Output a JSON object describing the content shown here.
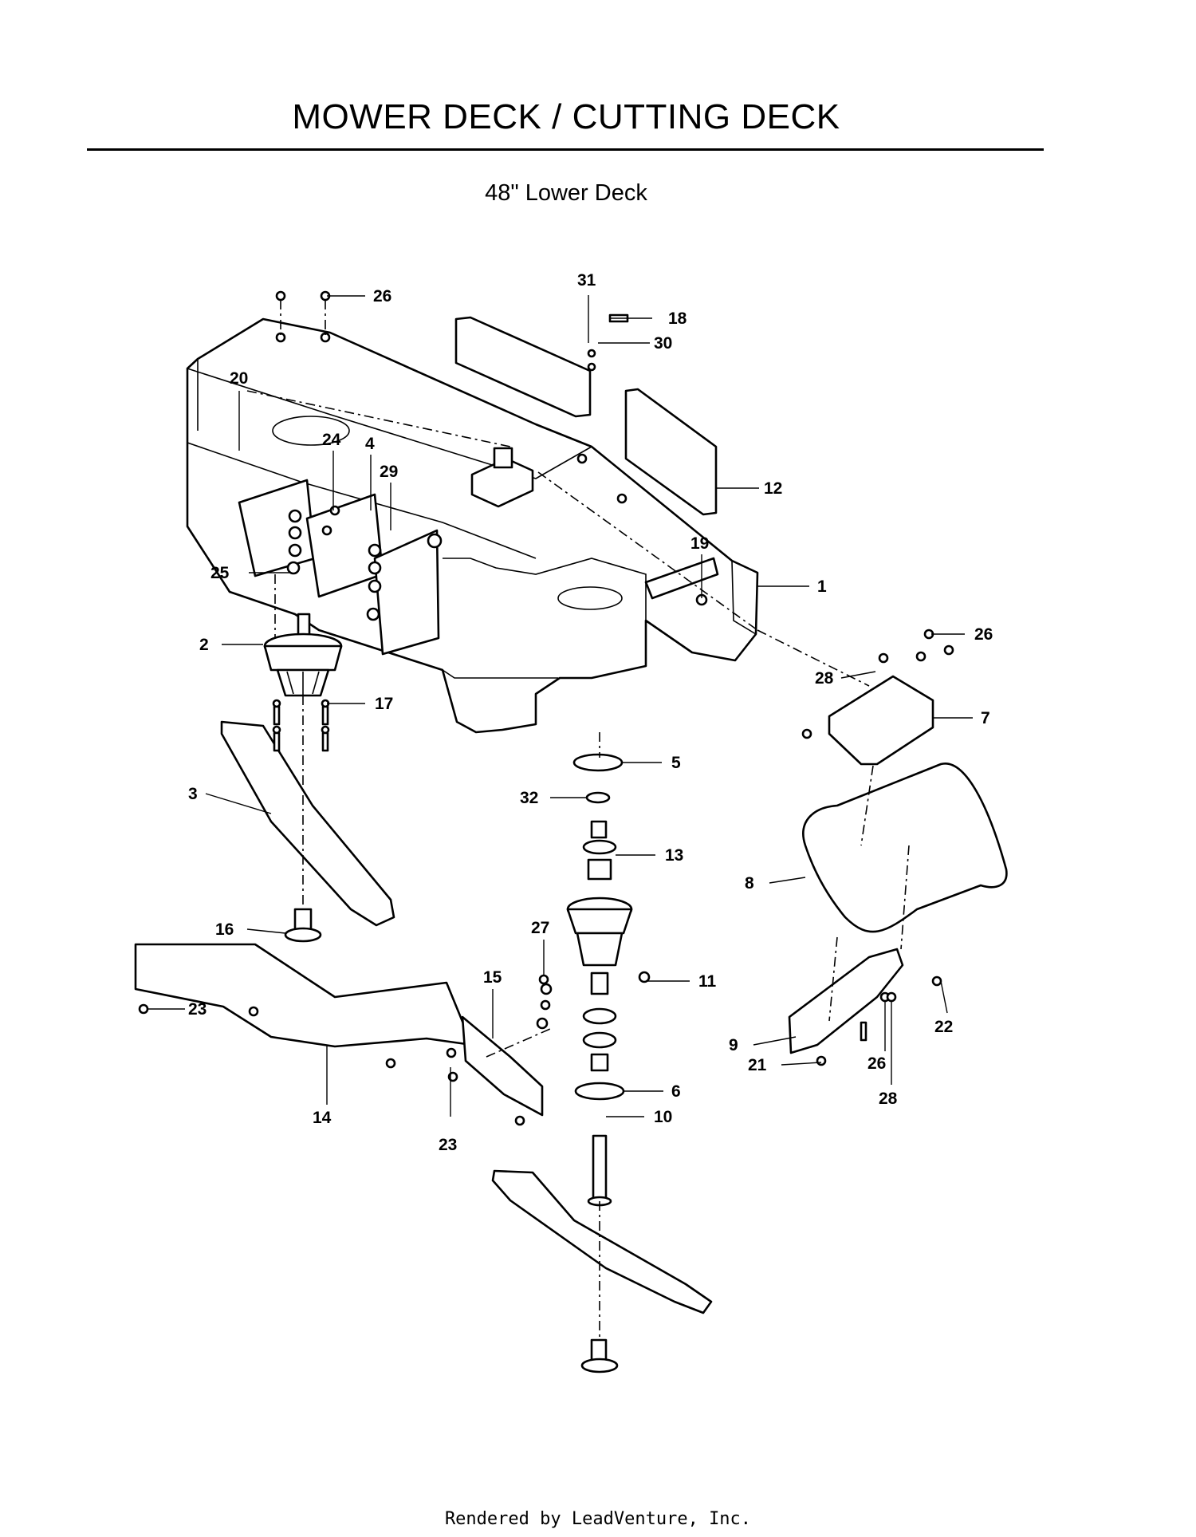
{
  "page": {
    "title": "MOWER DECK / CUTTING DECK",
    "subtitle": "48\" Lower Deck",
    "footer": "Rendered by LeadVenture, Inc."
  },
  "callouts": [
    {
      "id": "c26a",
      "label": "26"
    },
    {
      "id": "c31",
      "label": "31"
    },
    {
      "id": "c18",
      "label": "18"
    },
    {
      "id": "c30",
      "label": "30"
    },
    {
      "id": "c20",
      "label": "20"
    },
    {
      "id": "c24",
      "label": "24"
    },
    {
      "id": "c4",
      "label": "4"
    },
    {
      "id": "c29",
      "label": "29"
    },
    {
      "id": "c12",
      "label": "12"
    },
    {
      "id": "c19",
      "label": "19"
    },
    {
      "id": "c25",
      "label": "25"
    },
    {
      "id": "c1",
      "label": "1"
    },
    {
      "id": "c26b",
      "label": "26"
    },
    {
      "id": "c2",
      "label": "2"
    },
    {
      "id": "c28a",
      "label": "28"
    },
    {
      "id": "c17",
      "label": "17"
    },
    {
      "id": "c7",
      "label": "7"
    },
    {
      "id": "c5",
      "label": "5"
    },
    {
      "id": "c3",
      "label": "3"
    },
    {
      "id": "c32",
      "label": "32"
    },
    {
      "id": "c13",
      "label": "13"
    },
    {
      "id": "c8",
      "label": "8"
    },
    {
      "id": "c16",
      "label": "16"
    },
    {
      "id": "c27",
      "label": "27"
    },
    {
      "id": "c15",
      "label": "15"
    },
    {
      "id": "c11",
      "label": "11"
    },
    {
      "id": "c23a",
      "label": "23"
    },
    {
      "id": "c22",
      "label": "22"
    },
    {
      "id": "c9",
      "label": "9"
    },
    {
      "id": "c21",
      "label": "21"
    },
    {
      "id": "c26c",
      "label": "26"
    },
    {
      "id": "c14",
      "label": "14"
    },
    {
      "id": "c6",
      "label": "6"
    },
    {
      "id": "c10",
      "label": "10"
    },
    {
      "id": "c28b",
      "label": "28"
    },
    {
      "id": "c23b",
      "label": "23"
    }
  ]
}
